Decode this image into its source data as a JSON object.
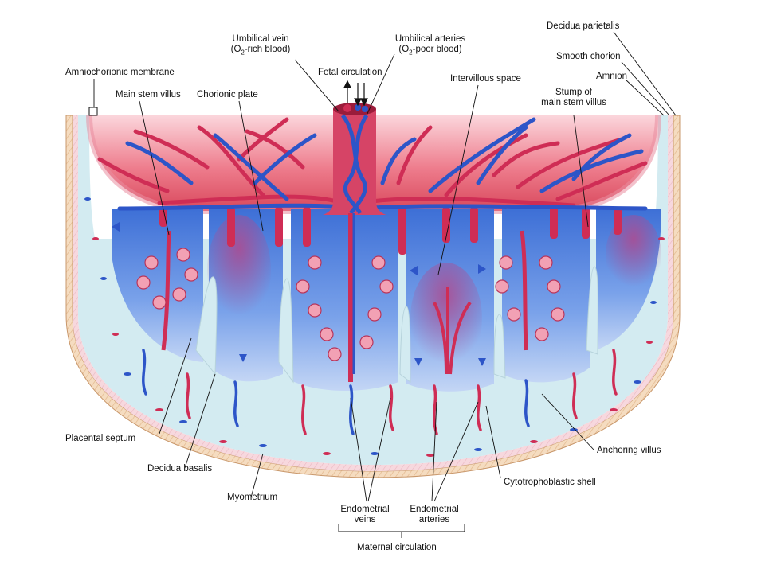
{
  "labels": {
    "amniochorionic_membrane": "Amniochorionic membrane",
    "main_stem_villus": "Main stem villus",
    "chorionic_plate": "Chorionic plate",
    "umbilical_vein_1": "Umbilical vein",
    "umbilical_vein_2_pre": "(O",
    "umbilical_vein_2_sub": "2",
    "umbilical_vein_2_post": "-rich blood)",
    "fetal_circulation": "Fetal circulation",
    "umbilical_arteries_1": "Umbilical arteries",
    "umbilical_arteries_2_pre": "(O",
    "umbilical_arteries_2_sub": "2",
    "umbilical_arteries_2_post": "-poor blood)",
    "intervillous_space": "Intervillous space",
    "decidua_parietalis": "Decidua parietalis",
    "smooth_chorion": "Smooth chorion",
    "amnion": "Amnion",
    "stump_1": "Stump of",
    "stump_2": "main stem villus",
    "placental_septum": "Placental septum",
    "decidua_basalis": "Decidua basalis",
    "myometrium": "Myometrium",
    "endometrial_veins_1": "Endometrial",
    "endometrial_veins_2": "veins",
    "endometrial_arteries_1": "Endometrial",
    "endometrial_arteries_2": "arteries",
    "maternal_circulation": "Maternal circulation",
    "cytotrophoblastic_shell": "Cytotrophoblastic shell",
    "anchoring_villus": "Anchoring villus"
  },
  "colors": {
    "artery_red": "#d0254f",
    "vein_blue": "#2d55c8",
    "intervillous_blue": "#5e8fe0",
    "chorion_pink": "#f2a9b8",
    "decidua_light": "#cfe8ee",
    "myometrium_tan": "#f3cfa6"
  }
}
